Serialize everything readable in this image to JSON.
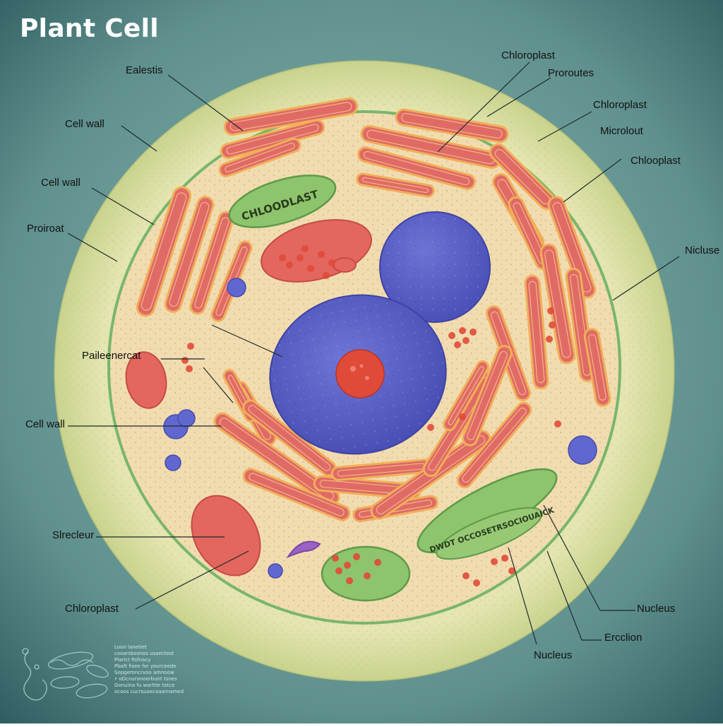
{
  "title": "Plant Cell",
  "labels": [
    {
      "id": "ealestis",
      "text": "Ealestis"
    },
    {
      "id": "chloroplast-top",
      "text": "Chloroplast"
    },
    {
      "id": "proroutes",
      "text": "Proroutes"
    },
    {
      "id": "cell-wall-1",
      "text": "Cell wall"
    },
    {
      "id": "chloroplast-right1",
      "text": "Chloroplast"
    },
    {
      "id": "microlout",
      "text": "Microlout"
    },
    {
      "id": "cell-wall-2",
      "text": "Cell wall"
    },
    {
      "id": "chloopiast-right2",
      "text": "Chlooplast"
    },
    {
      "id": "proiroat",
      "text": "Proiroat"
    },
    {
      "id": "nicluse",
      "text": "Nicluse"
    },
    {
      "id": "paileenercat",
      "text": "Paileenercat"
    },
    {
      "id": "cell-wall-3",
      "text": "Cell wall"
    },
    {
      "id": "slrecleur",
      "text": "Slrecleur"
    },
    {
      "id": "nucleus-right",
      "text": "Nucleus"
    },
    {
      "id": "chloroplast-bottom",
      "text": "Chloroplast"
    },
    {
      "id": "ercclion",
      "text": "Ercclion"
    },
    {
      "id": "nucleus-bottom",
      "text": "Nucleus"
    }
  ],
  "organelle_text": {
    "chloroplast_upper": "CHLOODLAST",
    "chloroplast_lower": "DWDT OCCOSETRSOCIOUAICK"
  },
  "legend": [
    "Loon lanetiet",
    "cooarsbsonos usaectest",
    "Plarict fisfnacy",
    "Pbaft fisee for yovrceede",
    "Sopgemncrvoo amnoow",
    "• oDcnuronoerbunt tsnes",
    "Gonuina fu warttie totce",
    "ocoos cucrsuaecoaarnamed"
  ],
  "colors": {
    "background_center": "#84b3ad",
    "background_edge": "#2f5e61",
    "cell_wall": "#dfe0a8",
    "membrane": "#79b66a",
    "cytoplasm": "#f1dcb0",
    "nucleus": "#5c62c8",
    "nucleolus": "#e04a38",
    "organelle_red": "#e06a66",
    "organelle_outline": "#f0b058",
    "chloroplast_green": "#8ec46b"
  }
}
